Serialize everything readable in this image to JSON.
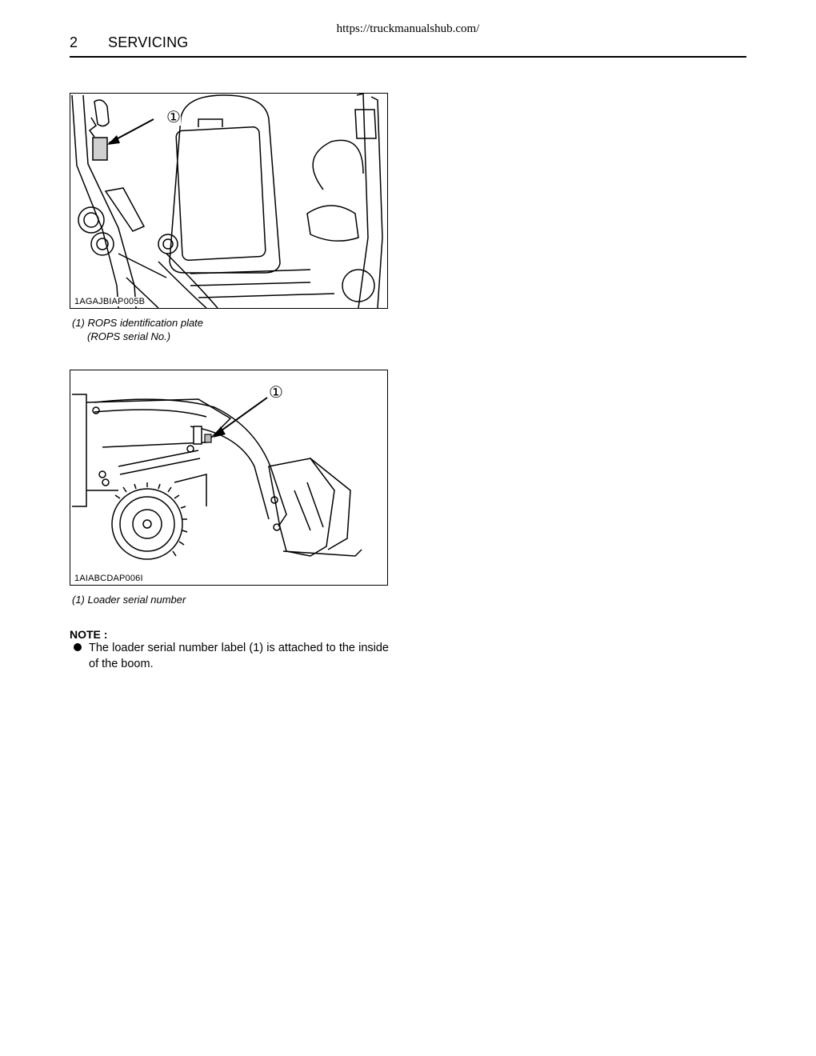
{
  "header": {
    "url": "https://truckmanualshub.com/",
    "page_number": "2",
    "section_title": "SERVICING"
  },
  "figures": [
    {
      "code": "1AGAJBIAP005B",
      "callout": "①",
      "caption_line1": "(1) ROPS identification plate",
      "caption_line2": "(ROPS serial No.)"
    },
    {
      "code": "1AIABCDAP006I",
      "callout": "①",
      "caption_line1": "(1) Loader serial number"
    }
  ],
  "note": {
    "title": "NOTE :",
    "items": [
      "The loader serial number label (1) is attached to the inside of the boom."
    ]
  }
}
